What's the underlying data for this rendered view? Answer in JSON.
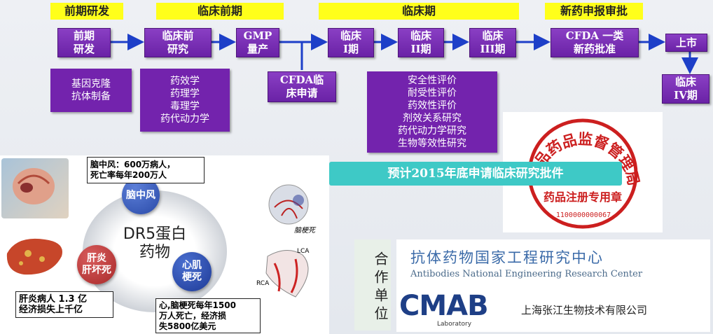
{
  "phases": [
    "前期研发",
    "临床前期",
    "临床期",
    "新药申报审批"
  ],
  "steps": {
    "preclinical_research": "前期\n研发",
    "preclinical_study": "临床前\n研究",
    "gmp": "GMP\n量产",
    "cfda_apply": "CFDA临\n床申请",
    "phase1": "临床\nI期",
    "phase2": "临床\nII期",
    "phase3": "临床\nIII期",
    "cfda_approve": "CFDA 一类\n新药批准",
    "market": "上市",
    "phase4": "临床\nIV期"
  },
  "details": {
    "gene": "基因克隆\n抗体制备",
    "pharma": "药效学\n药理学\n毒理学\n药代动力学",
    "clinical": "安全性评价\n耐受性评价\n药效性评价\n剂效关系研究\n药代动力学研究\n生物等效性研究"
  },
  "banner": "预计2015年底申请临床研究批件",
  "stamp": {
    "arc_text": "食品药品监督管理局",
    "inner_text": "药品注册专用章",
    "serial": "1100000000067"
  },
  "dr5": {
    "center": "DR5蛋白\n药物",
    "stroke": "脑中风",
    "hepatitis": "肝炎\n肝坏死",
    "heart": "心肌\n梗死",
    "note_stroke": "脑中风：600万病人，\n死亡率每年200万人",
    "note_hepatitis": "肝炎病人 1.3 亿\n经济损失上千亿",
    "note_heart": "心,脑梗死每年1500\n万人死亡，经济损\n失5800亿美元",
    "brain_label": "脑梗死",
    "heart_labels": [
      "LCA",
      "RCA"
    ]
  },
  "partners": {
    "label": "合作单位",
    "center_cn": "抗体药物国家工程研究中心",
    "center_en": "Antibodies National Engineering Research Center",
    "cmab": "CMAB",
    "cmab_sub": "Laboratory",
    "company": "上海张江生物技术有限公司"
  },
  "colors": {
    "phase": "#ffff1a",
    "box": "#7323ad",
    "banner": "#3ec9c6",
    "arrow": "#1d3fc8",
    "stamp": "#cc1f1f"
  }
}
